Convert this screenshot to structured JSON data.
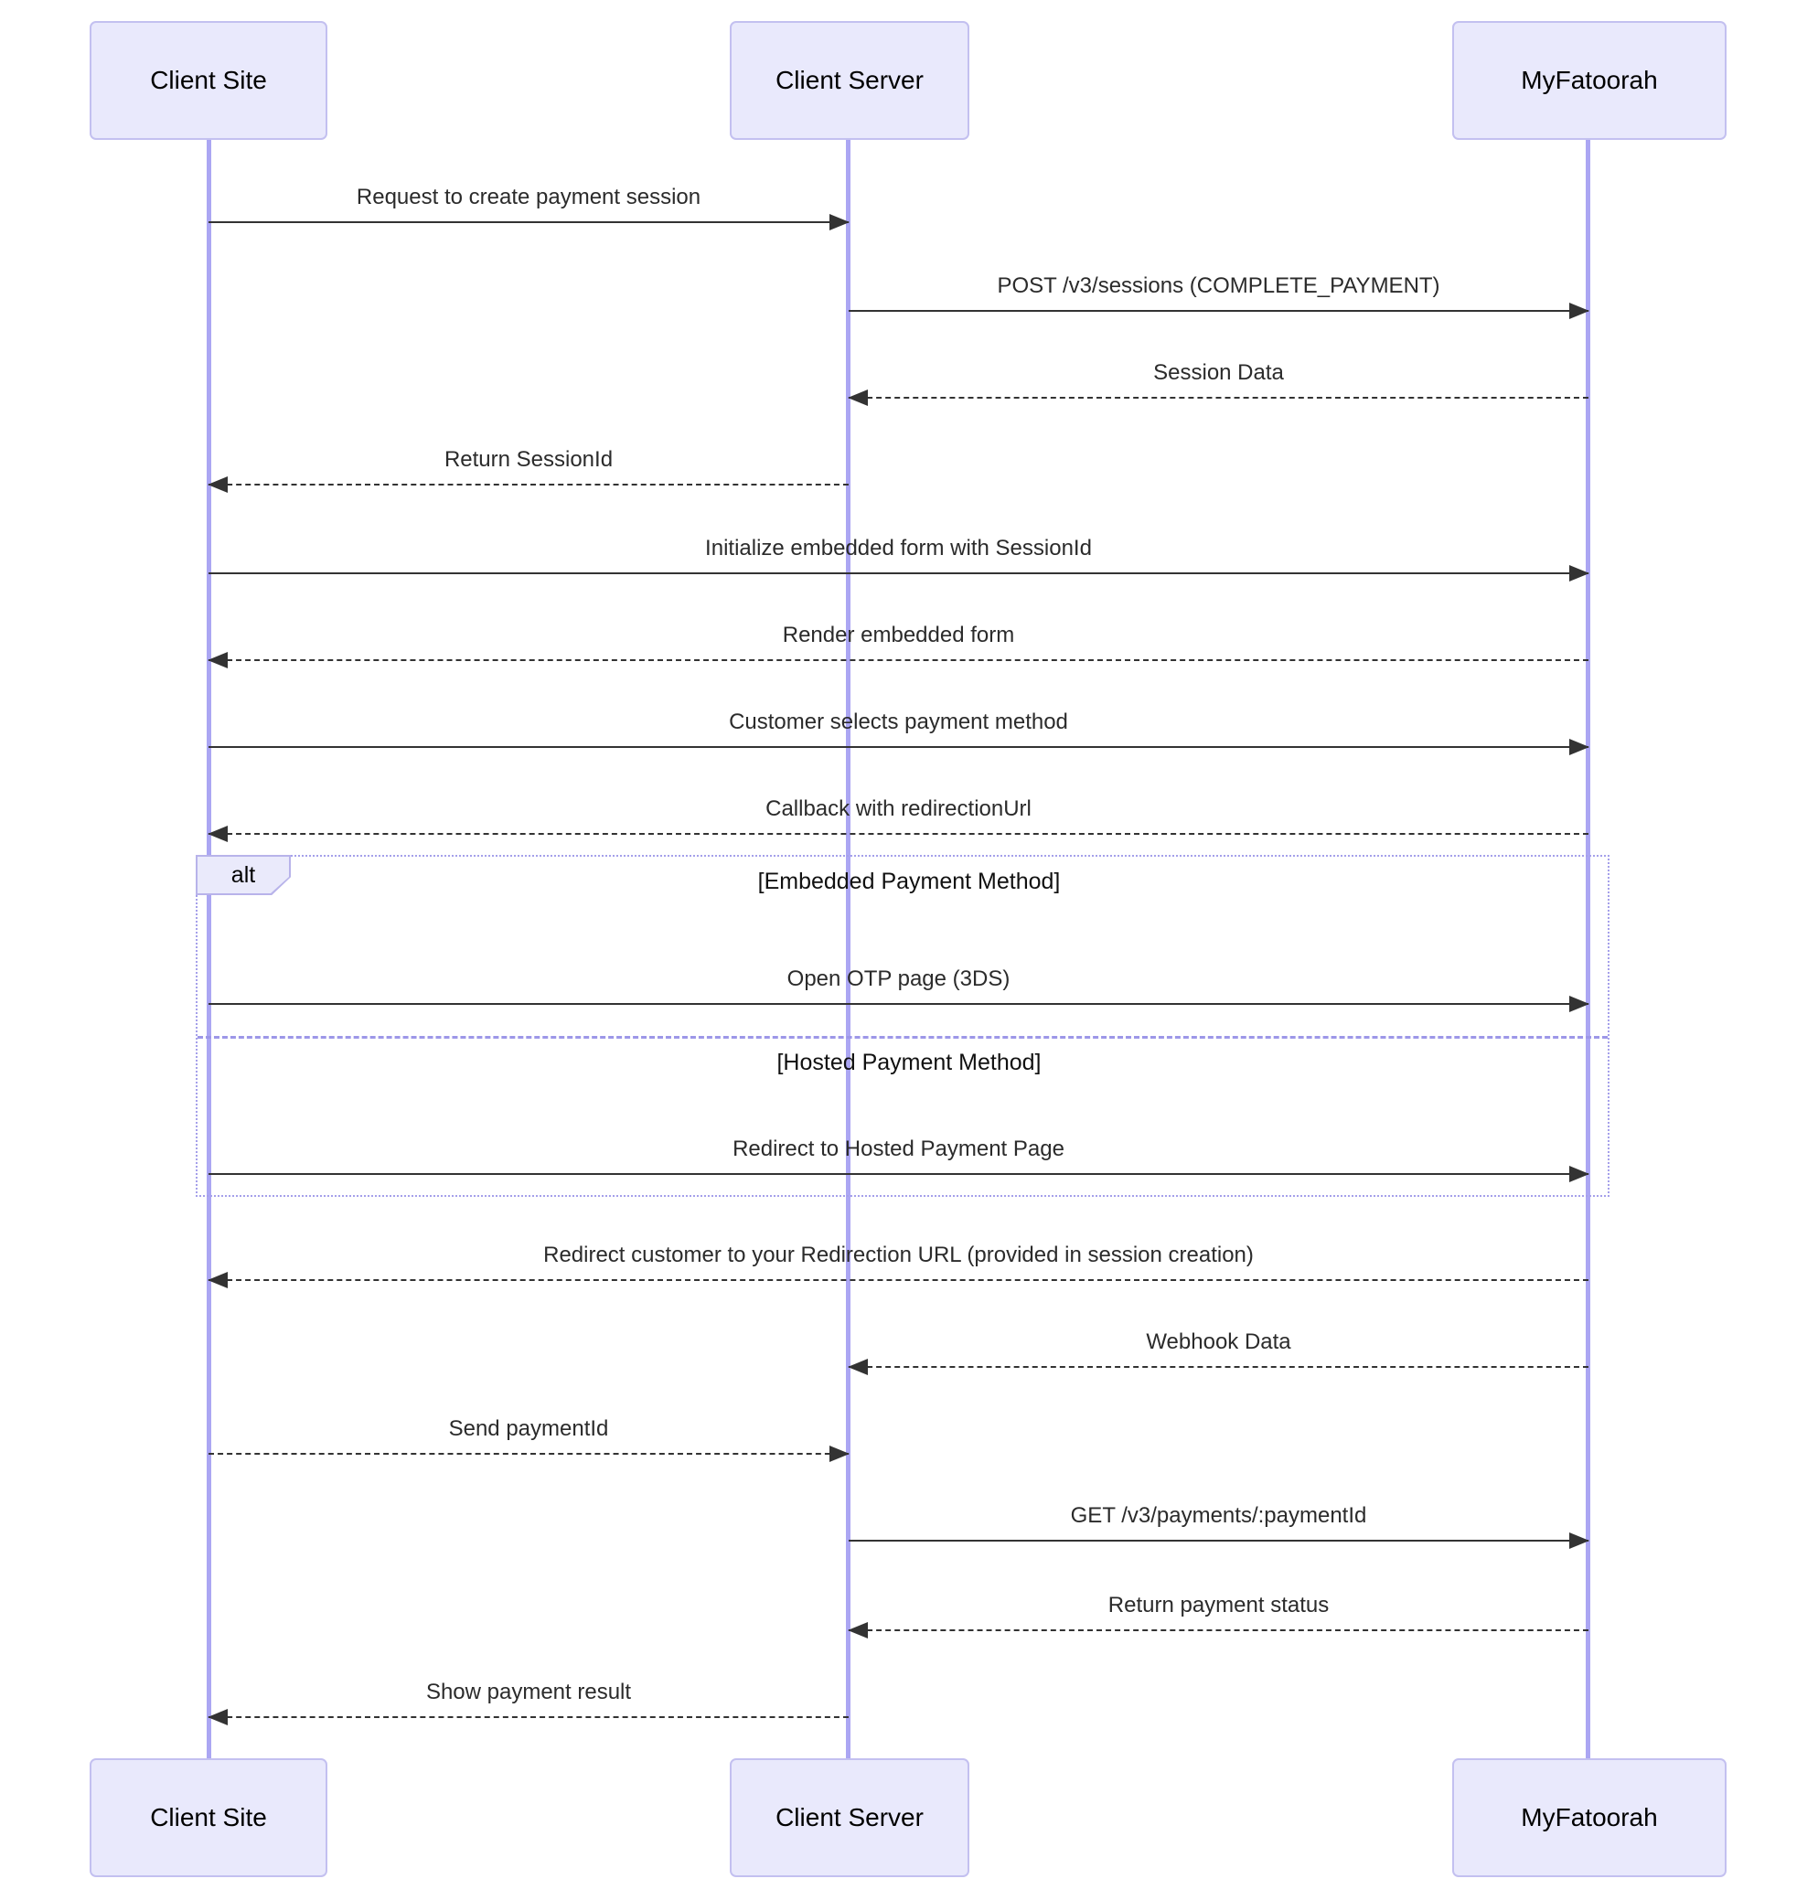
{
  "diagram": {
    "type": "sequence",
    "background": "#ffffff",
    "colors": {
      "actor_fill": "#E9E9FC",
      "actor_border": "#C3C0F0",
      "lifeline": "#ABA6F3",
      "arrow": "#333333",
      "alt_border": "#A5A0EA",
      "text": "#2b2b2b"
    },
    "actors": [
      {
        "name": "Client Site"
      },
      {
        "name": "Client Server"
      },
      {
        "name": "MyFatoorah"
      }
    ],
    "alt": {
      "label": "alt",
      "sections": [
        {
          "condition": "[Embedded Payment Method]"
        },
        {
          "condition": "[Hosted Payment Method]"
        }
      ]
    },
    "messages": [
      {
        "label": "Request to create payment session",
        "from": "Client Site",
        "to": "Client Server",
        "style": "solid"
      },
      {
        "label": "POST /v3/sessions (COMPLETE_PAYMENT)",
        "from": "Client Server",
        "to": "MyFatoorah",
        "style": "solid"
      },
      {
        "label": "Session Data",
        "from": "MyFatoorah",
        "to": "Client Server",
        "style": "dashed"
      },
      {
        "label": "Return SessionId",
        "from": "Client Server",
        "to": "Client Site",
        "style": "dashed"
      },
      {
        "label": "Initialize embedded form with SessionId",
        "from": "Client Site",
        "to": "MyFatoorah",
        "style": "solid"
      },
      {
        "label": "Render embedded form",
        "from": "MyFatoorah",
        "to": "Client Site",
        "style": "dashed"
      },
      {
        "label": "Customer selects payment method",
        "from": "Client Site",
        "to": "MyFatoorah",
        "style": "solid"
      },
      {
        "label": "Callback with redirectionUrl",
        "from": "MyFatoorah",
        "to": "Client Site",
        "style": "dashed"
      },
      {
        "label": "Open OTP page (3DS)",
        "from": "Client Site",
        "to": "MyFatoorah",
        "style": "solid",
        "fragment": "Embedded Payment Method"
      },
      {
        "label": "Redirect to Hosted Payment Page",
        "from": "Client Site",
        "to": "MyFatoorah",
        "style": "solid",
        "fragment": "Hosted Payment Method"
      },
      {
        "label": "Redirect customer to your Redirection URL (provided in session creation)",
        "from": "MyFatoorah",
        "to": "Client Site",
        "style": "dashed"
      },
      {
        "label": "Webhook Data",
        "from": "MyFatoorah",
        "to": "Client Server",
        "style": "dashed"
      },
      {
        "label": "Send paymentId",
        "from": "Client Site",
        "to": "Client Server",
        "style": "dashed"
      },
      {
        "label": "GET /v3/payments/:paymentId",
        "from": "Client Server",
        "to": "MyFatoorah",
        "style": "solid"
      },
      {
        "label": "Return payment status",
        "from": "MyFatoorah",
        "to": "Client Server",
        "style": "dashed"
      },
      {
        "label": "Show payment result",
        "from": "Client Server",
        "to": "Client Site",
        "style": "dashed"
      }
    ]
  }
}
